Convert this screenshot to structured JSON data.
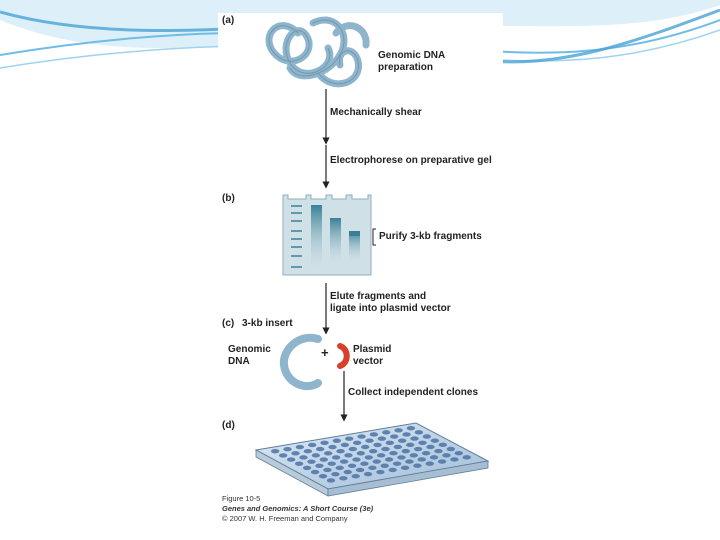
{
  "panels": {
    "a": "(a)",
    "b": "(b)",
    "c": "(c)",
    "d": "(d)"
  },
  "steps": {
    "genomic_prep": [
      "Genomic DNA",
      "preparation"
    ],
    "shear": "Mechanically shear",
    "electrophorese": "Electrophorese on preparative gel",
    "purify": "Purify 3-kb fragments",
    "elute": [
      "Elute fragments and",
      "ligate into plasmid vector"
    ],
    "insert": "3-kb insert",
    "genomic_dna": [
      "Genomic",
      "DNA"
    ],
    "plus": "+",
    "plasmid": [
      "Plasmid",
      "vector"
    ],
    "collect": "Collect independent clones"
  },
  "caption": {
    "figure": "Figure 10-5",
    "book": "Genes and Genomics: A Short Course (3e)",
    "copyright": "© 2007 W. H. Freeman and Company"
  },
  "colors": {
    "dna": "#8fb5cc",
    "dna_edge": "#5d86a0",
    "plasmid": "#d9402b",
    "gel": "#cfe0e6",
    "swoosh": "#4aa3d6"
  }
}
